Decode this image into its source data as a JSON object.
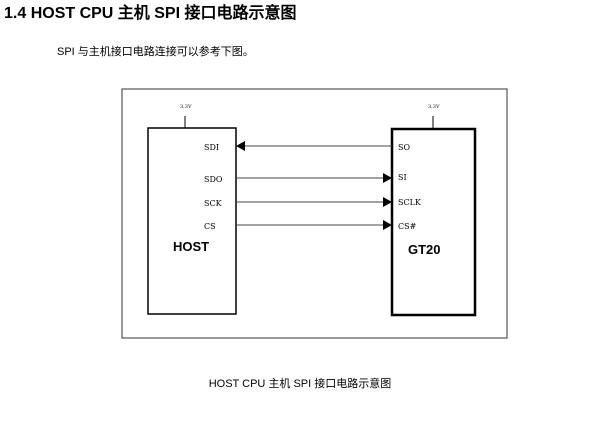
{
  "heading": "1.4 HOST CPU 主机 SPI 接口电路示意图",
  "intro": "SPI 与主机接口电路连接可以参考下图。",
  "diagram": {
    "host": {
      "label": "HOST",
      "supply": "3.3V",
      "pins": [
        "SDI",
        "SDO",
        "SCK",
        "CS"
      ]
    },
    "device": {
      "label": "GT20",
      "supply": "3.3V",
      "pins": [
        "SO",
        "SI",
        "SCLK",
        "CS#"
      ]
    }
  },
  "caption": "HOST CPU 主机 SPI 接口电路示意图"
}
